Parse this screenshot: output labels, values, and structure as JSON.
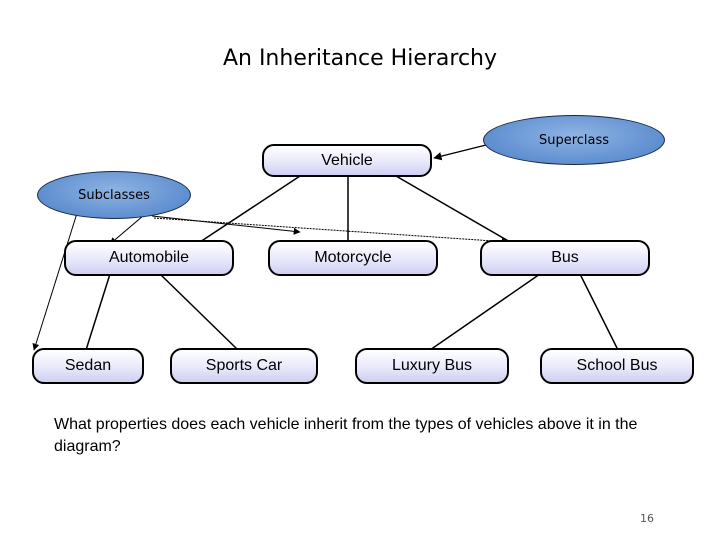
{
  "title": "An Inheritance Hierarchy",
  "labels": {
    "superclass": "Superclass",
    "subclasses": "Subclasses"
  },
  "nodes": {
    "vehicle": "Vehicle",
    "automobile": "Automobile",
    "motorcycle": "Motorcycle",
    "bus": "Bus",
    "sedan": "Sedan",
    "sports_car": "Sports Car",
    "luxury_bus": "Luxury Bus",
    "school_bus": "School Bus"
  },
  "question": "What properties does each vehicle inherit from the types of vehicles above it in the diagram?",
  "page_number": "16",
  "colors": {
    "node_fill": "#e8e8fb",
    "callout_fill": "#6f9bd8",
    "line": "#000000"
  }
}
